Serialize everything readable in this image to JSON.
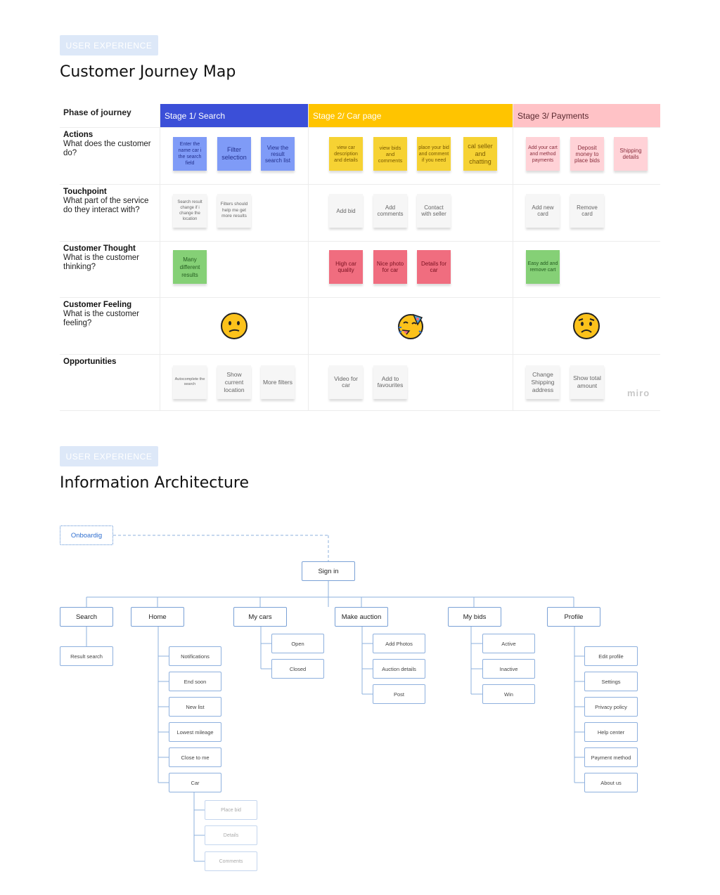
{
  "sections": {
    "journey_tag": "USER EXPERIENCE",
    "journey_title": "Customer Journey Map",
    "ia_tag": "USER EXPERIENCE",
    "ia_title": "Information Architecture"
  },
  "colors": {
    "stage1": "#3b4fd8",
    "stage2": "#ffc400",
    "stage3": "#ffc2c6"
  },
  "journey": {
    "phase_label": "Phase of journey",
    "stages": [
      "Stage 1/ Search",
      "Stage 2/ Car page",
      "Stage 3/ Payments"
    ],
    "rows": [
      {
        "title": "Actions",
        "desc": "What does the customer do?"
      },
      {
        "title": "Touchpoint",
        "desc": "What part of the service do they interact with?"
      },
      {
        "title": "Customer Thought",
        "desc": "What is the customer thinking?"
      },
      {
        "title": "Customer Feeling",
        "desc": "What is the customer feeling?"
      },
      {
        "title": "Opportunities",
        "desc": ""
      }
    ],
    "notes": {
      "actions": [
        "Enter the name car i the search field",
        "Filter selection",
        "View the result search list",
        "view car description and details",
        "view bids and comments",
        "place your bid and comment if you need",
        "cal seller and chatting",
        "Add your cart and method payments",
        "Deposit money to place bids",
        "Shipping details"
      ],
      "touchpoint": [
        "Search result change if i change the location",
        "Filters should help me get more results",
        "Add bid",
        "Add comments",
        "Contact with seller",
        "Add new card",
        "Remove card"
      ],
      "thought": [
        "Many different results",
        "High car quality",
        "Nice photo for car",
        "Details for car",
        "Easy add and remove cart"
      ],
      "feeling": [
        "confused-face-icon",
        "party-face-icon",
        "worried-face-icon"
      ],
      "opportunities": [
        "Autocomplete the search",
        "Show current location",
        "More filters",
        "Video for car",
        "Add to favourites",
        "Change Shipping address",
        "Show total amount"
      ]
    },
    "watermark": "miro"
  },
  "ia": {
    "onboarding": "Onboardig",
    "signin": "Sign in",
    "top": [
      "Search",
      "Home",
      "My cars",
      "Make auction",
      "My bids",
      "Profile"
    ],
    "search_children": [
      "Result search"
    ],
    "home_children": [
      "Notifications",
      "End soon",
      "New list",
      "Lowest mileage",
      "Close to me",
      "Car"
    ],
    "car_children": [
      "Place bid",
      "Details",
      "Comments"
    ],
    "mycars_children": [
      "Open",
      "Closed"
    ],
    "auction_children": [
      "Add Photos",
      "Auction details",
      "Post"
    ],
    "bids_children": [
      "Active",
      "Inactive",
      "Win"
    ],
    "profile_children": [
      "Edit profile",
      "Settings",
      "Privacy policy",
      "Help center",
      "Payment method",
      "About us"
    ]
  }
}
